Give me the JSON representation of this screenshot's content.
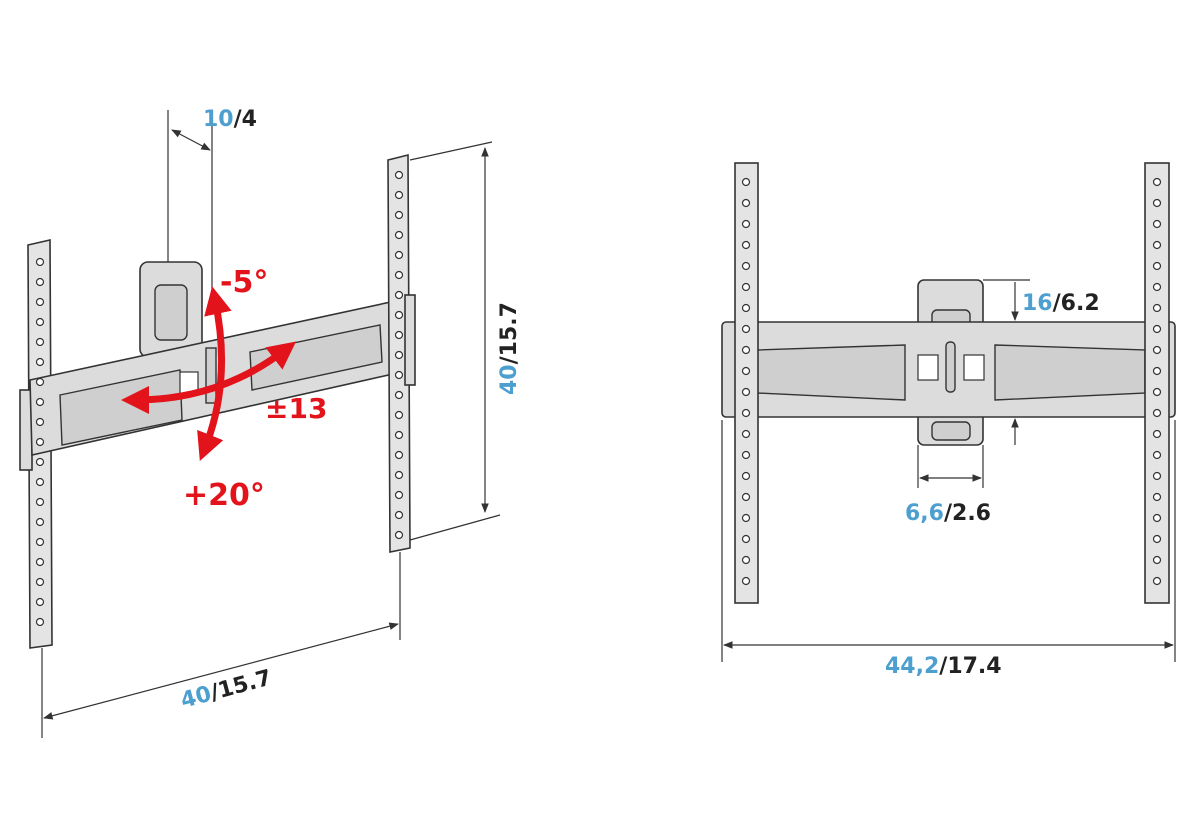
{
  "colors": {
    "metric": "#4d9fcf",
    "imperial": "#222222",
    "adjust": "#e3131b",
    "line": "#333333"
  },
  "left_view": {
    "depth": {
      "metric": "10",
      "imperial": "/4"
    },
    "height": {
      "metric": "40",
      "imperial": "/15.7"
    },
    "width": {
      "metric": "40",
      "imperial": "/15.7"
    },
    "tilt_up": "-5°",
    "tilt_down": "+20°",
    "swivel": "±13"
  },
  "right_view": {
    "arm_offset": {
      "metric": "16",
      "imperial": "/6.2"
    },
    "arm_width": {
      "metric": "6,6",
      "imperial": "/2.6"
    },
    "total_width": {
      "metric": "44,2",
      "imperial": "/17.4"
    }
  }
}
